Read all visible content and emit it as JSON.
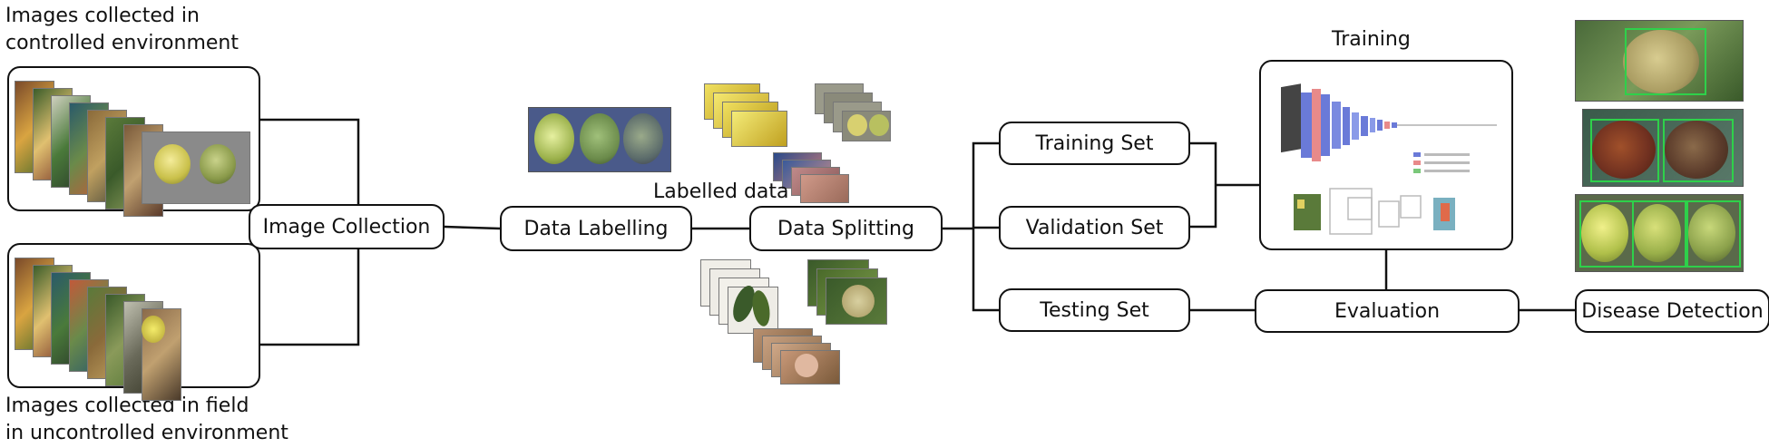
{
  "labels": {
    "controlled": [
      "Images collected in",
      "controlled environment"
    ],
    "field": [
      "Images collected in field",
      "in uncontrolled environment"
    ],
    "labelled_data": "Labelled data",
    "training": "Training"
  },
  "nodes": {
    "image_collection": "Image Collection",
    "data_labelling": "Data Labelling",
    "data_splitting": "Data Splitting",
    "training_set": "Training Set",
    "validation_set": "Validation Set",
    "testing_set": "Testing Set",
    "evaluation": "Evaluation",
    "disease_detection": "Disease Detection"
  },
  "colors": {
    "stroke": "#111111",
    "photo_green": "#5f8a3a",
    "photo_yellow": "#e6c93a",
    "photo_brown": "#7a4a2a",
    "bbox_green": "#2ed14a"
  }
}
